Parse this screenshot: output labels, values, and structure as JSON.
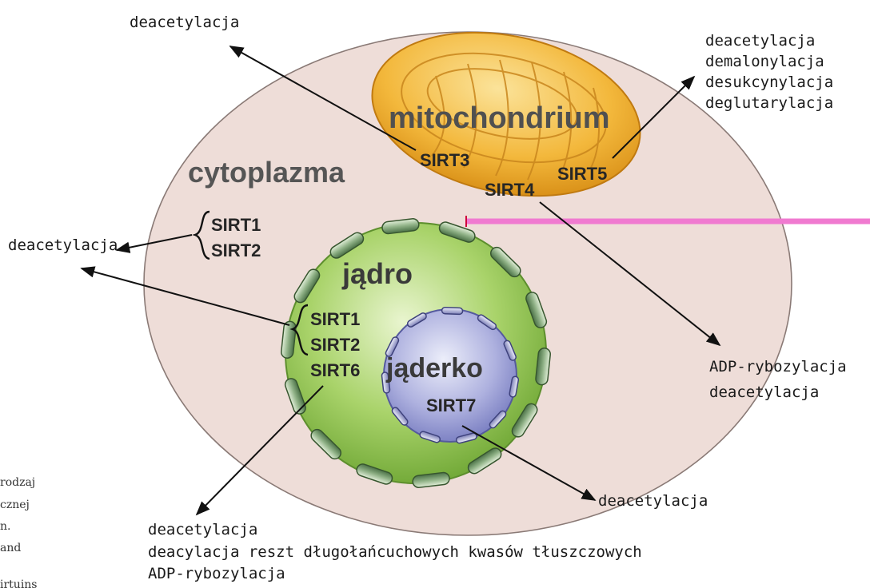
{
  "compartments": {
    "cytoplasm": "cytoplazma",
    "mitochondrium": "mitochondrium",
    "nucleus": "jądro",
    "nucleolus": "jąderko"
  },
  "sirtuins": {
    "cyto_1": "SIRT1",
    "cyto_2": "SIRT2",
    "mito_3": "SIRT3",
    "mito_4": "SIRT4",
    "mito_5": "SIRT5",
    "nuc_1": "SIRT1",
    "nuc_2": "SIRT2",
    "nuc_6": "SIRT6",
    "nucleolus_7": "SIRT7"
  },
  "activities": {
    "sirt3_top": [
      "deacetylacja"
    ],
    "sirt5_right": [
      "deacetylacja",
      "demalonylacja",
      "desukcynylacja",
      "deglutarylacja"
    ],
    "cyto_left": [
      "deacetylacja"
    ],
    "sirt4_right": [
      "ADP-rybozylacja",
      "deacetylacja"
    ],
    "sirt7_bottom": [
      "deacetylacja"
    ],
    "sirt6_bottom": [
      "deacetylacja",
      "deacylacja reszt długołańcuchowych kwasów tłuszczowych",
      "ADP-rybozylacja"
    ]
  },
  "side_text_fragments": [
    "rodzaj",
    "cznej",
    "n.",
    "and",
    "irtuins"
  ],
  "colors": {
    "cytoplasm_fill": "#eeddd8",
    "mito_fill": "#f1b636",
    "nucleus_fill": "#9cca5a",
    "nucleolus_fill": "#a3a6d8",
    "highlight_line": "#f07ad0"
  }
}
